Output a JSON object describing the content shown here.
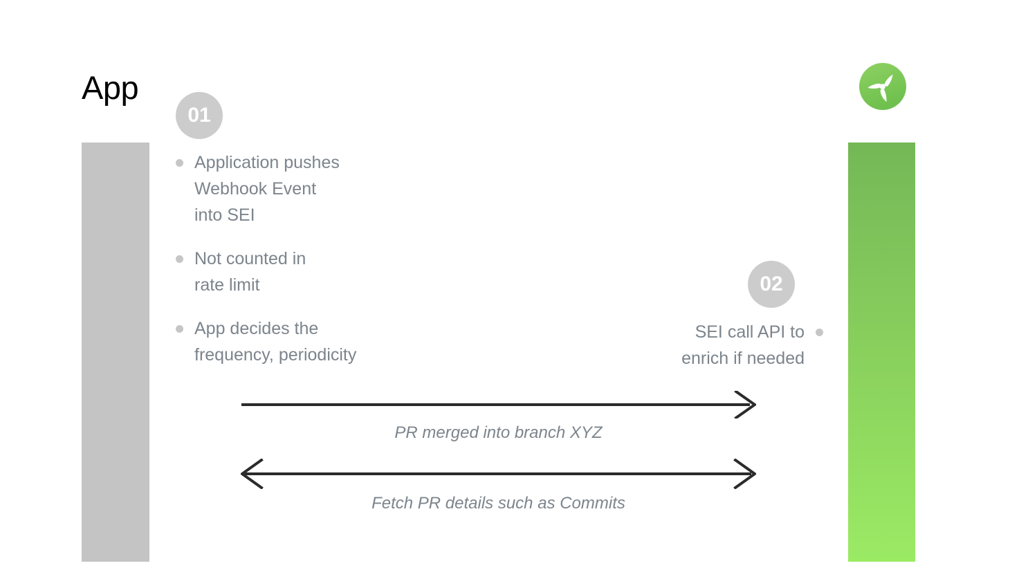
{
  "slide": {
    "title": "App",
    "background": "#ffffff"
  },
  "colors": {
    "actor_left_bar": "#c4c4c4",
    "actor_right_bar_top": "#74b857",
    "actor_right_bar_bottom": "#9bea64",
    "badge_background": "#cccccc",
    "badge_text": "#ffffff",
    "body_text": "#7c848c",
    "bullet_dot": "#c6c6c6",
    "arrow_line": "#2b2b2b",
    "title_text": "#000000",
    "logo_green": "#7dc55a"
  },
  "logo": {
    "name": "propeller-logo",
    "shape": "three-blade-propeller-in-green-circle"
  },
  "lanes": {
    "left": {
      "label": "App",
      "name": "application-lane"
    },
    "right": {
      "label": "",
      "name": "sei-lane"
    }
  },
  "steps": [
    {
      "badge": "01",
      "side": "left",
      "bullets": [
        "Application pushes\nWebhook Event\ninto SEI",
        "Not counted in\nrate limit",
        "App decides the\nfrequency, periodicity"
      ]
    },
    {
      "badge": "02",
      "side": "right",
      "bullets": [
        "SEI call API to\nenrich if needed"
      ]
    }
  ],
  "messages": [
    {
      "label": "PR merged into branch XYZ",
      "direction": "right",
      "arrowheads": "end"
    },
    {
      "label": "Fetch PR details such as Commits",
      "direction": "both",
      "arrowheads": "both"
    }
  ]
}
